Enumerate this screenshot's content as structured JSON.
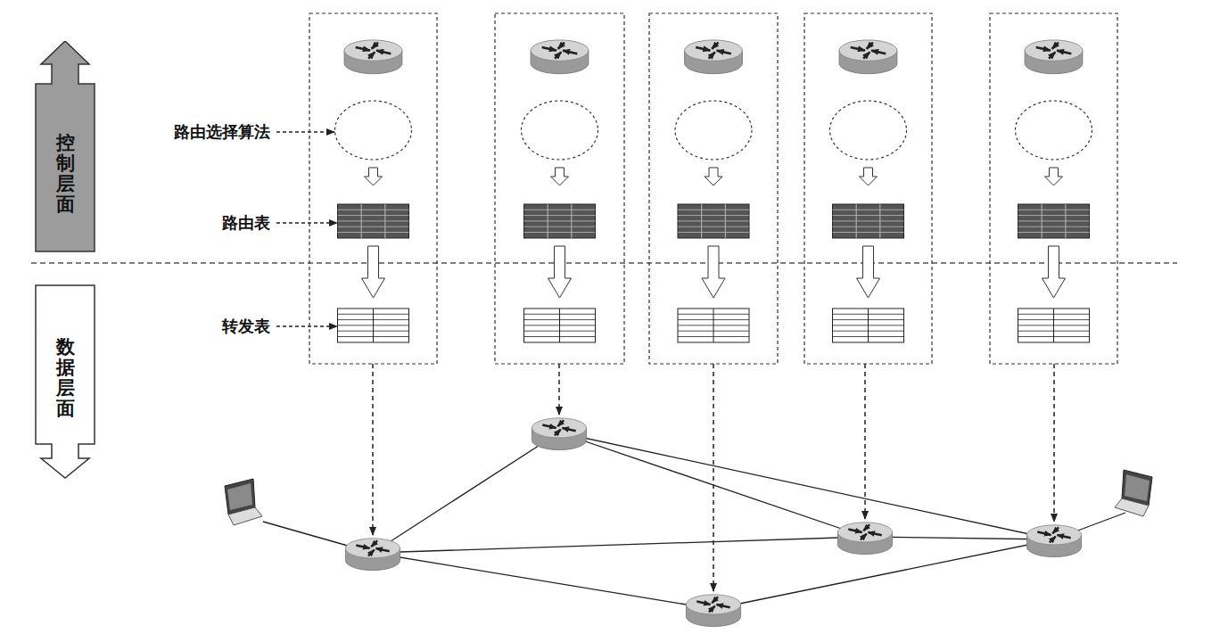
{
  "diagram": {
    "nodes": [
      {
        "text": [
          "控制层面"
        ]
      },
      {
        "text": [
          "数据层面"
        ]
      }
    ],
    "labels": [
      "路由选择算法",
      "路由表",
      "转发表"
    ]
  }
}
